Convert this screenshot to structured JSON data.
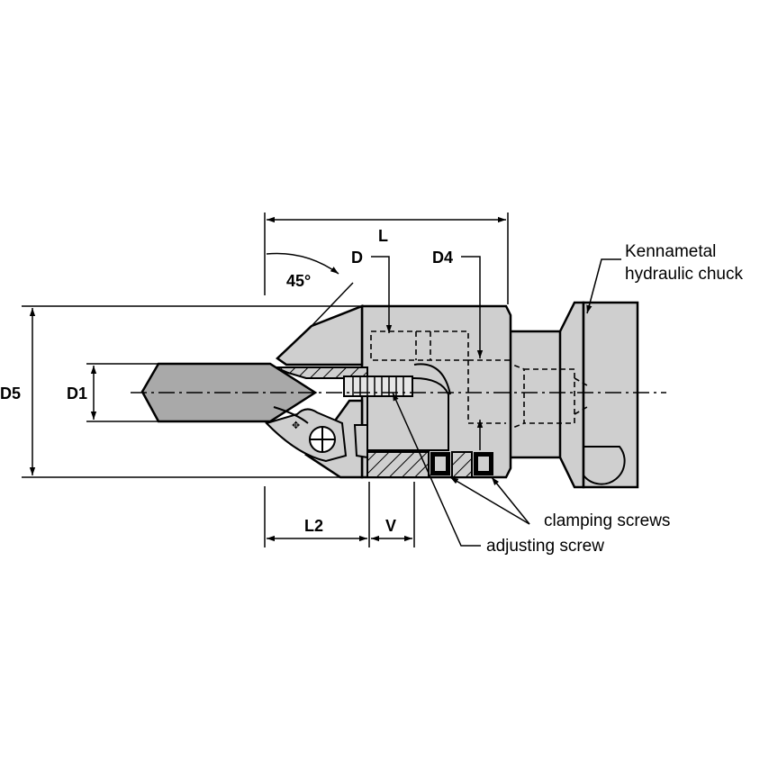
{
  "dimensions": {
    "L": "L",
    "D": "D",
    "D4": "D4",
    "angle": "45°",
    "D5": "D5",
    "D1": "D1",
    "L2": "L2",
    "V": "V"
  },
  "callouts": {
    "chuck_line1": "Kennametal",
    "chuck_line2": "hydraulic chuck",
    "clamping": "clamping screws",
    "adjusting": "adjusting screw"
  },
  "colors": {
    "body_fill": "#cfcfcf",
    "insert_fill": "#a9a9a9",
    "line": "#000000"
  }
}
